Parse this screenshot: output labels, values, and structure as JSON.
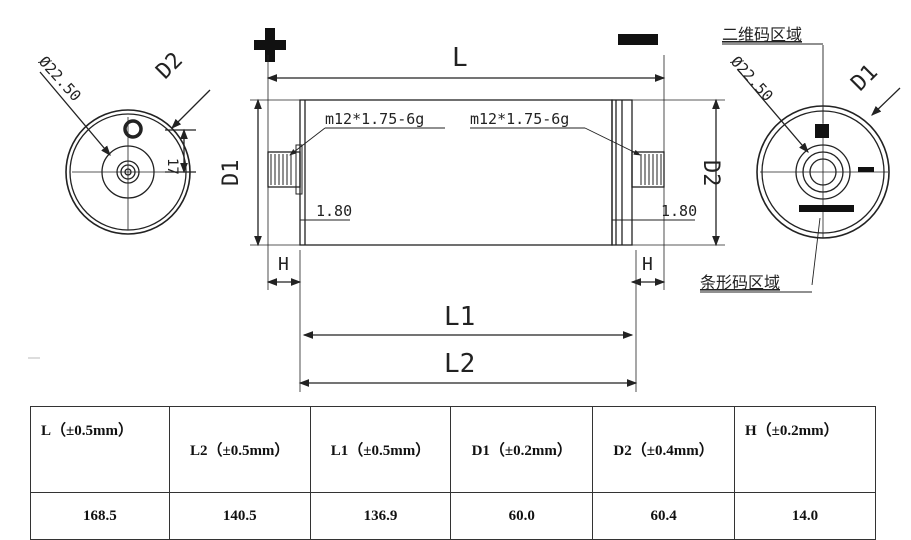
{
  "diagram": {
    "polarity": {
      "positive": "+",
      "negative": "−"
    },
    "left_view": {
      "diameter": "Ø22.50",
      "d2": "D2",
      "dim17": "17"
    },
    "right_view": {
      "diameter": "Ø22.50",
      "d1": "D1",
      "qr_region": "二维码区域",
      "barcode_region": "条形码区域"
    },
    "side_view": {
      "L": "L",
      "L1": "L1",
      "L2": "L2",
      "D1": "D1",
      "D2": "D2",
      "H_left": "H",
      "H_right": "H",
      "thread_left": "m12*1.75-6g",
      "thread_right": "m12*1.75-6g",
      "gap_left": "1.80",
      "gap_right": "1.80"
    }
  },
  "table": {
    "headers": [
      "L（±0.5mm）",
      "L2（±0.5mm）",
      "L1（±0.5mm）",
      "D1（±0.2mm）",
      "D2（±0.4mm）",
      "H（±0.2mm）"
    ],
    "values": [
      "168.5",
      "140.5",
      "136.9",
      "60.0",
      "60.4",
      "14.0"
    ]
  }
}
